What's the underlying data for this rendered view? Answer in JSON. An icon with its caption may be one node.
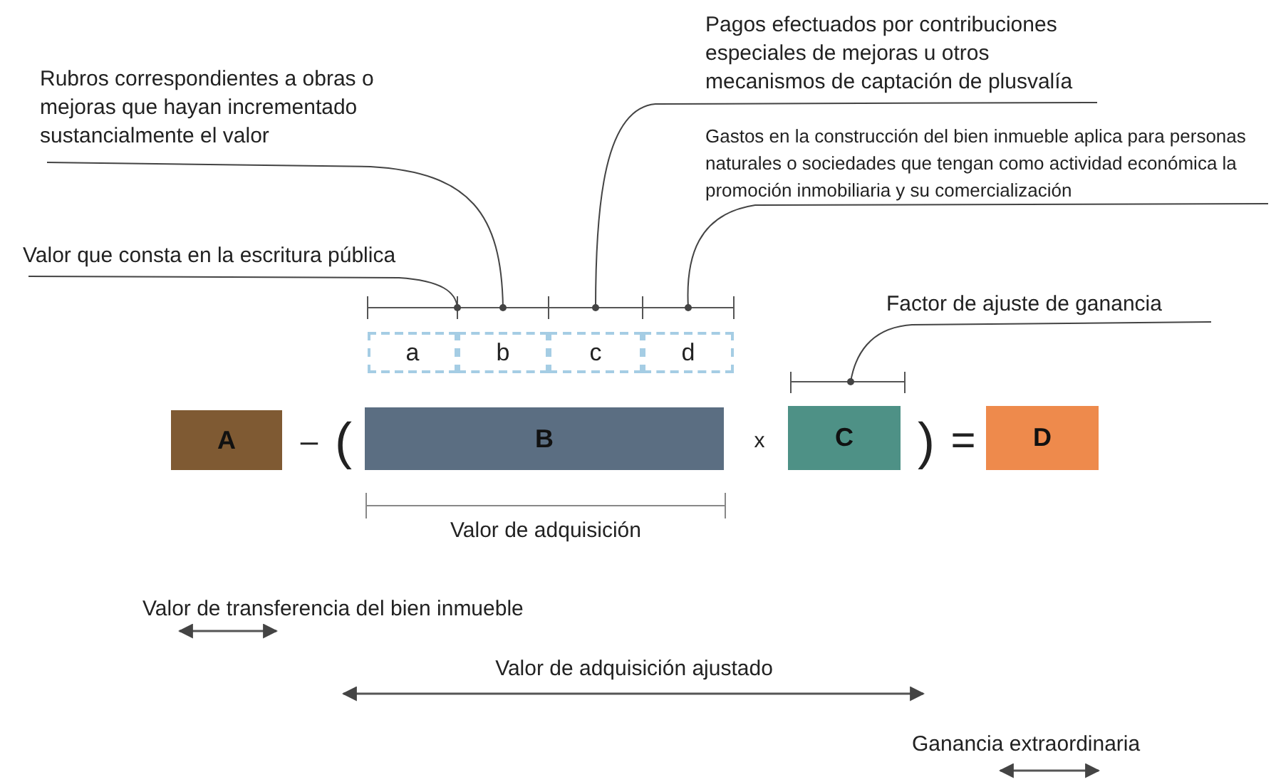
{
  "diagram": {
    "nodes": [
      {
        "text": [
          "Rubros correspondientes a obras o mejoras que hayan incrementado sustancialmente el valor"
        ]
      },
      {
        "text": [
          "Pagos efectuados por contribuciones especiales de mejoras u otros mecanismos de captación de plusvalía"
        ]
      },
      {
        "text": [
          "Gastos en la construcción del bien inmueble aplica para personas naturales o sociedades que tengan como actividad económica la promoción inmobiliaria y su comercialización"
        ]
      },
      {
        "text": [
          "Valor que consta en la escritura pública"
        ]
      },
      {
        "text": [
          "a"
        ]
      },
      {
        "text": [
          "b"
        ]
      },
      {
        "text": [
          "c"
        ]
      },
      {
        "text": [
          "d"
        ]
      },
      {
        "text": [
          "Factor de ajuste de ganancia"
        ]
      },
      {
        "text": [
          "A"
        ]
      },
      {
        "text": [
          "B"
        ]
      },
      {
        "text": [
          "C"
        ]
      },
      {
        "text": [
          "D"
        ]
      }
    ],
    "edges": [
      {
        "from": 0,
        "to": 5,
        "arrow": "other"
      },
      {
        "from": 1,
        "to": 6,
        "arrow": "other"
      },
      {
        "from": 2,
        "to": 7,
        "arrow": "other"
      },
      {
        "from": 3,
        "to": 4,
        "arrow": "other"
      },
      {
        "from": 8,
        "to": 11,
        "arrow": "other"
      }
    ],
    "labels": [
      "–",
      "(",
      "x",
      ")",
      "=",
      "Valor de adquisición",
      "Valor de transferencia del bien inmueble",
      "Valor de adquisición ajustado",
      "Ganancia extraordinaria"
    ]
  }
}
